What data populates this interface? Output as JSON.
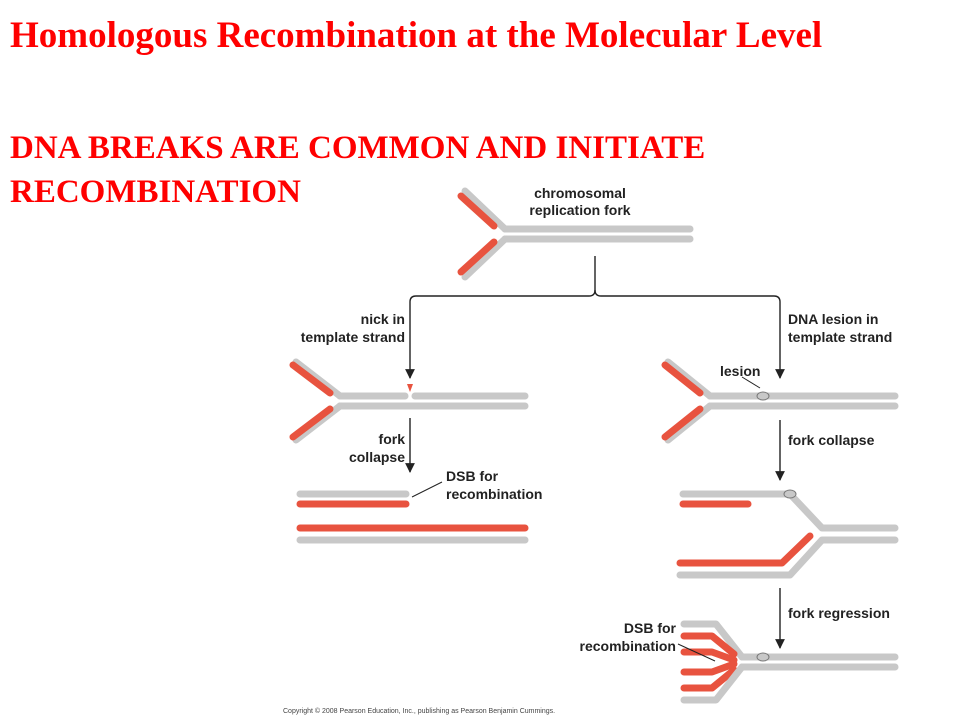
{
  "slide": {
    "title": "Homologous Recombination at the Molecular Level",
    "subtitle": "DNA BREAKS ARE COMMON AND INITIATE RECOMBINATION"
  },
  "diagram": {
    "labels": {
      "fork_top_1": "chromosomal",
      "fork_top_2": "replication fork",
      "nick_1": "nick in",
      "nick_2": "template strand",
      "lesion_path_1": "DNA lesion in",
      "lesion_path_2": "template strand",
      "lesion": "lesion",
      "collapse_left_1": "fork",
      "collapse_left_2": "collapse",
      "collapse_right": "fork collapse",
      "dsb_left_1": "DSB for",
      "dsb_left_2": "recombination",
      "regression": "fork regression",
      "dsb_right_1": "DSB for",
      "dsb_right_2": "recombination",
      "copyright": "Copyright © 2008 Pearson Education, Inc., publishing as Pearson Benjamin Cummings."
    },
    "colors": {
      "template_strand": "#c8c8c8",
      "new_strand": "#e8533f",
      "outline": "#7a7a7a",
      "arrow": "#222222",
      "title": "#ff0000"
    }
  }
}
